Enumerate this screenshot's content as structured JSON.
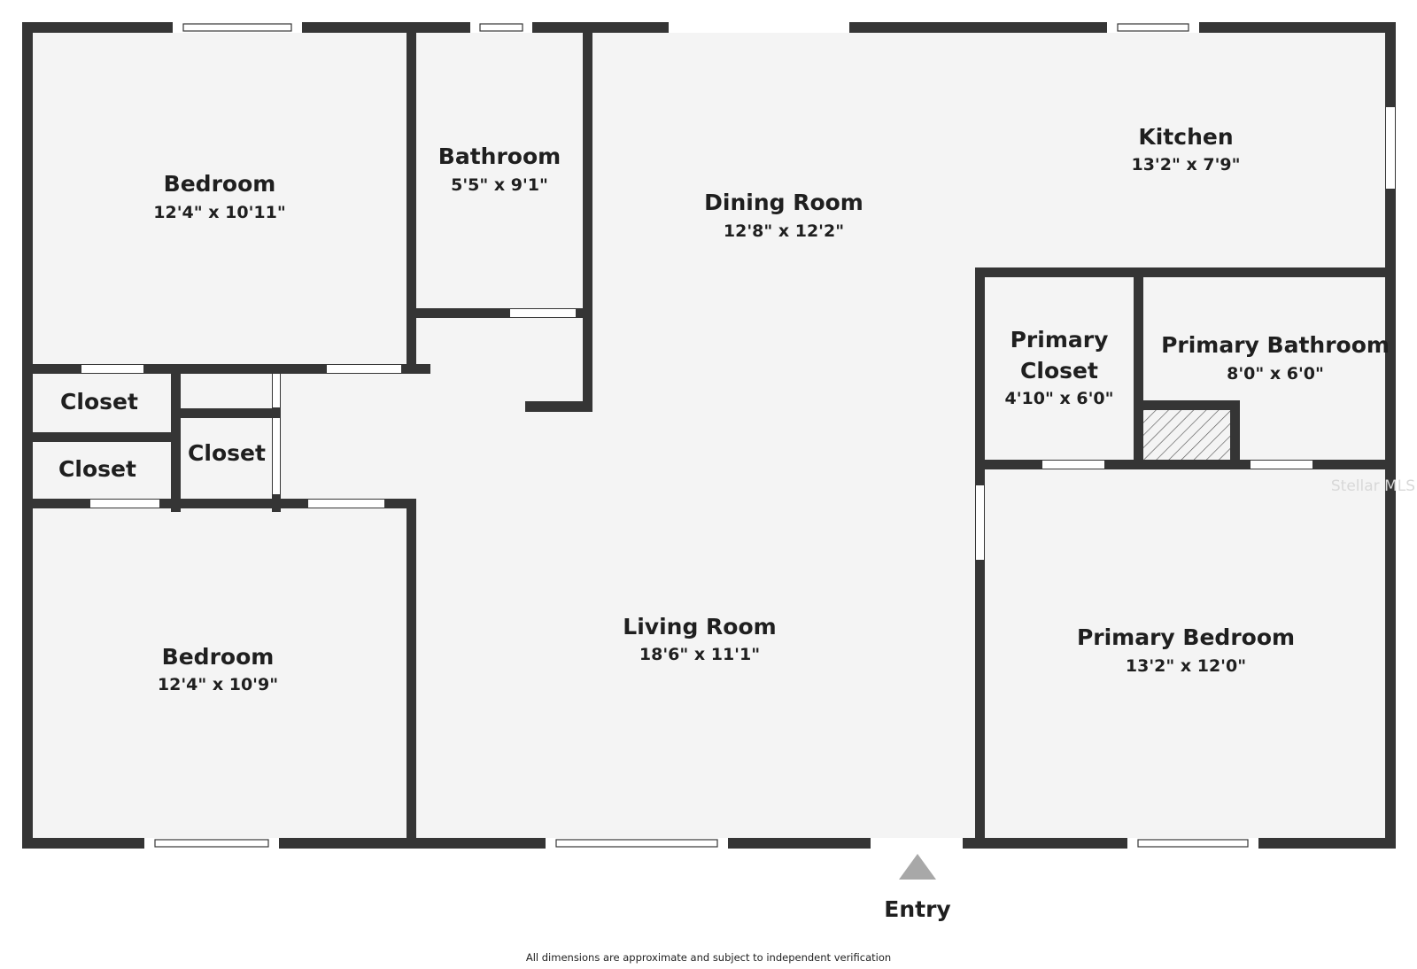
{
  "rooms": {
    "bedroom_top": {
      "name": "Bedroom",
      "dims": "12'4\" x 10'11\""
    },
    "bathroom": {
      "name": "Bathroom",
      "dims": "5'5\" x 9'1\""
    },
    "dining_room": {
      "name": "Dining Room",
      "dims": "12'8\" x 12'2\""
    },
    "kitchen": {
      "name": "Kitchen",
      "dims": "13'2\" x 7'9\""
    },
    "primary_closet": {
      "name_line1": "Primary",
      "name_line2": "Closet",
      "dims": "4'10\" x 6'0\""
    },
    "primary_bathroom": {
      "name": "Primary Bathroom",
      "dims": "8'0\" x 6'0\""
    },
    "closet_1": {
      "name": "Closet"
    },
    "closet_2": {
      "name": "Closet"
    },
    "closet_3": {
      "name": "Closet"
    },
    "living_room": {
      "name": "Living Room",
      "dims": "18'6\" x 11'1\""
    },
    "bedroom_bottom": {
      "name": "Bedroom",
      "dims": "12'4\" x 10'9\""
    },
    "primary_bedroom": {
      "name": "Primary Bedroom",
      "dims": "13'2\" x 12'0\""
    }
  },
  "entry": {
    "label": "Entry"
  },
  "watermark": "Stellar MLS",
  "disclaimer": "All dimensions are approximate and subject to independent verification",
  "colors": {
    "wall": "#353535",
    "floor": "#f4f4f4",
    "entry_arrow": "#a8a8a8",
    "hatch": "#555555"
  }
}
